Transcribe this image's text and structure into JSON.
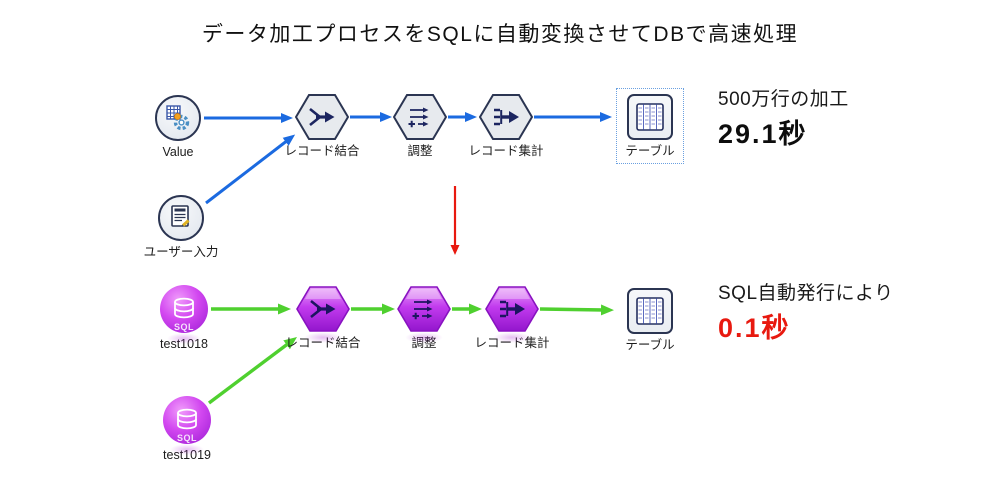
{
  "title": "データ加工プロセスをSQLに自動変換させてDBで高速処理",
  "colors": {
    "flow-blue": "#1b6ae0",
    "flow-green": "#4fd02f",
    "accent-red": "#e8190f",
    "node-border": "#2b3552",
    "purple-main": "#b42fe8"
  },
  "top_flow": {
    "sources": [
      {
        "label": "Value",
        "icon": "table-gear-icon"
      },
      {
        "label": "ユーザー入力",
        "icon": "document-pencil-icon"
      }
    ],
    "processes": [
      {
        "label": "レコード結合",
        "icon": "merge-icon"
      },
      {
        "label": "調整",
        "icon": "derive-icon"
      },
      {
        "label": "レコード集計",
        "icon": "aggregate-icon"
      }
    ],
    "output": {
      "label": "テーブル",
      "selected": true
    },
    "result": {
      "caption": "500万行の加工",
      "time": "29.1秒"
    }
  },
  "bottom_flow": {
    "sources": [
      {
        "label": "test1018",
        "badge": "SQL"
      },
      {
        "label": "test1019",
        "badge": "SQL"
      }
    ],
    "processes": [
      {
        "label": "レコード結合",
        "icon": "merge-icon"
      },
      {
        "label": "調整",
        "icon": "derive-icon"
      },
      {
        "label": "レコード集計",
        "icon": "aggregate-icon"
      }
    ],
    "output": {
      "label": "テーブル",
      "selected": false
    },
    "result": {
      "caption": "SQL自動発行により",
      "time": "0.1秒"
    }
  }
}
